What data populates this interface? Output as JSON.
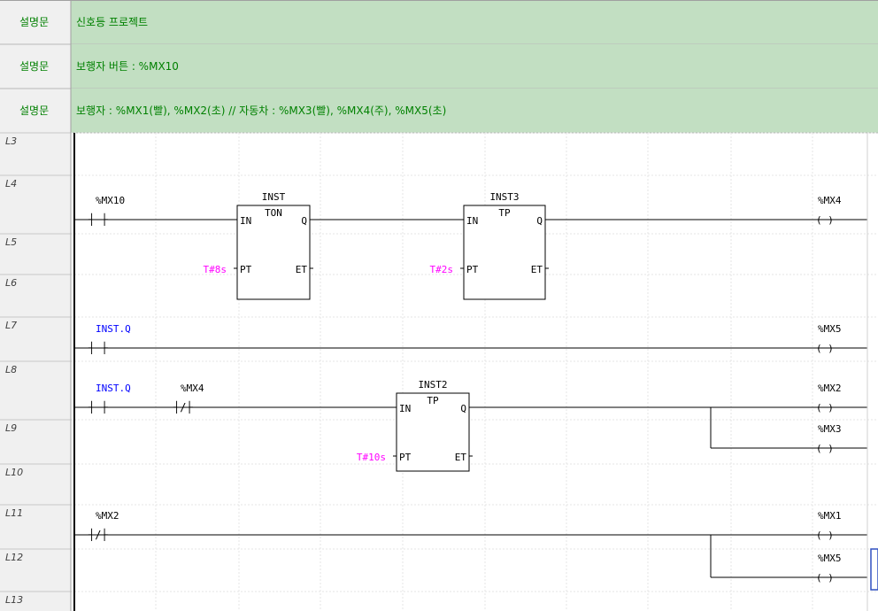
{
  "colors": {
    "comment_bg": "#c2dfc2",
    "comment_text": "#008000",
    "rung_label_bg": "#f0f0f0",
    "rung_label_text": "#404040",
    "grid": "#e6e6e6",
    "wire": "#000000",
    "var_blue": "#0000ff",
    "const_magenta": "#ff00ff",
    "selection": "#3050c0"
  },
  "comments": [
    {
      "label": "설명문",
      "text": "신호등 프로젝트"
    },
    {
      "label": "설명문",
      "text": "보행자 버튼 : %MX10"
    },
    {
      "label": "설명문",
      "text": "보행자 : %MX1(빨), %MX2(초) // 자동차 : %MX3(빨), %MX4(주), %MX5(초)"
    }
  ],
  "rung_labels": [
    "L3",
    "L4",
    "L5",
    "L6",
    "L7",
    "L8",
    "L9",
    "L10",
    "L11",
    "L12",
    "L13"
  ],
  "contacts": [
    {
      "name": "contact-mx10",
      "var": "%MX10",
      "type": "NO",
      "color": "black"
    },
    {
      "name": "contact-inst-q-1",
      "var": "INST.Q",
      "type": "NO",
      "color": "blue"
    },
    {
      "name": "contact-inst-q-2",
      "var": "INST.Q",
      "type": "NO",
      "color": "blue"
    },
    {
      "name": "contact-mx4",
      "var": "%MX4",
      "type": "NC",
      "color": "black"
    },
    {
      "name": "contact-mx2",
      "var": "%MX2",
      "type": "NC",
      "color": "black"
    }
  ],
  "contact_symbols": {
    "NO": "┤ ├",
    "NC": "┤/├"
  },
  "coil_symbol": "( )",
  "coils": [
    {
      "name": "coil-mx4-1",
      "var": "%MX4"
    },
    {
      "name": "coil-mx5-1",
      "var": "%MX5"
    },
    {
      "name": "coil-mx2",
      "var": "%MX2"
    },
    {
      "name": "coil-mx3",
      "var": "%MX3"
    },
    {
      "name": "coil-mx1",
      "var": "%MX1"
    },
    {
      "name": "coil-mx5-2",
      "var": "%MX5"
    }
  ],
  "blocks": [
    {
      "name": "block-inst",
      "instance": "INST",
      "type": "TON",
      "in": "IN",
      "q": "Q",
      "pt": "PT",
      "et": "ET",
      "preset": "T#8s"
    },
    {
      "name": "block-inst3",
      "instance": "INST3",
      "type": "TP",
      "in": "IN",
      "q": "Q",
      "pt": "PT",
      "et": "ET",
      "preset": "T#2s"
    },
    {
      "name": "block-inst2",
      "instance": "INST2",
      "type": "TP",
      "in": "IN",
      "q": "Q",
      "pt": "PT",
      "et": "ET",
      "preset": "T#10s"
    }
  ]
}
